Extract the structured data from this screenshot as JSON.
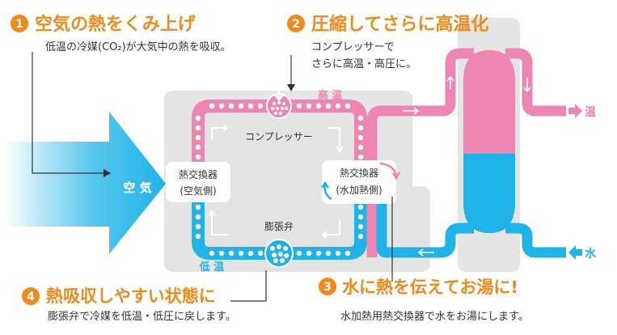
{
  "colors": {
    "orange": "#F08A1D",
    "pink": "#EE86B4",
    "blue": "#1FB3E8",
    "gray": "#E4E4E4",
    "text": "#333333"
  },
  "steps": [
    {
      "num": "1",
      "title": "空気の熱をくみ上げ",
      "desc": [
        "低温の冷媒(CO₂)が大気中の熱を吸収。"
      ]
    },
    {
      "num": "2",
      "title": "圧縮してさらに高温化",
      "desc": [
        "コンプレッサーで",
        "さらに高温・高圧に。"
      ]
    },
    {
      "num": "3",
      "title": "水に熱を伝えてお湯に!",
      "desc": [
        "水加熱用熱交換器で水をお湯にします。"
      ]
    },
    {
      "num": "4",
      "title": "熱吸収しやすい状態に",
      "desc": [
        "膨張弁で冷媒を低温・低圧に戻します。"
      ]
    }
  ],
  "labels": {
    "air": "空 気",
    "high_temp": "高 温",
    "low_temp": "低 温",
    "compressor": "コンプレッサー",
    "expansion_valve": "膨張弁",
    "hx_air_line1": "熱交換器",
    "hx_air_line2": "(空気側)",
    "hx_water_line1": "熱交換器",
    "hx_water_line2": "(水加熱側)",
    "hot_out": "温",
    "water_in": "水"
  },
  "icons": {
    "arrow": "right-arrow-icon",
    "flow": "flow-arrow-icon"
  }
}
